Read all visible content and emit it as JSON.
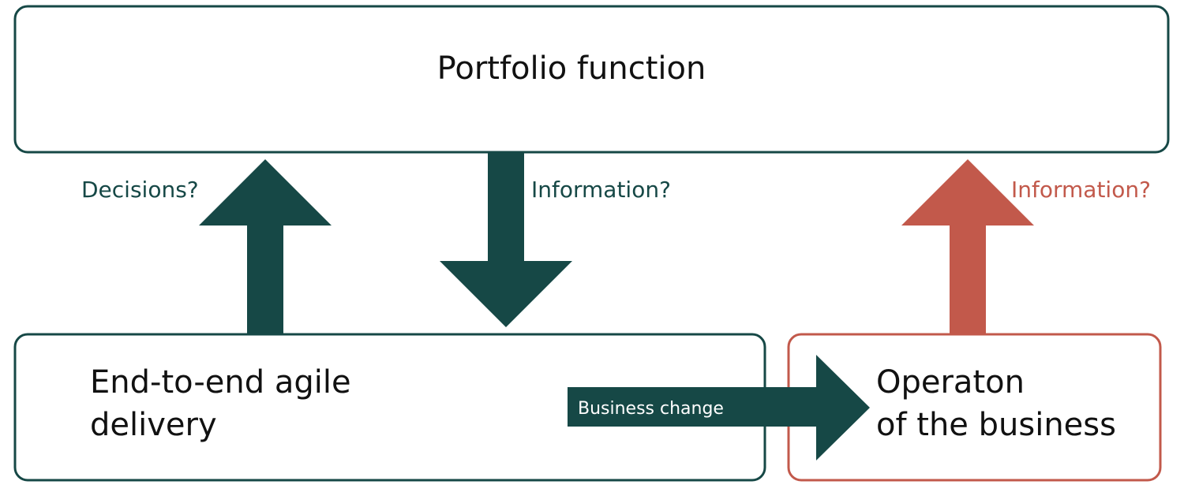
{
  "portfolio_box": {
    "title": "Portfolio function"
  },
  "delivery_box": {
    "line1": "End-to-end agile",
    "line2": "delivery"
  },
  "operation_box": {
    "line1": "Operaton",
    "line2": "of the business"
  },
  "arrows": {
    "decisions_up": {
      "label": "Decisions?"
    },
    "information_down": {
      "label": "Information?"
    },
    "information_up": {
      "label": "Information?"
    },
    "business_change": {
      "label": "Business change"
    }
  },
  "colors": {
    "dark_green": "#164846",
    "terracotta": "#C2594B",
    "text": "#111111"
  }
}
